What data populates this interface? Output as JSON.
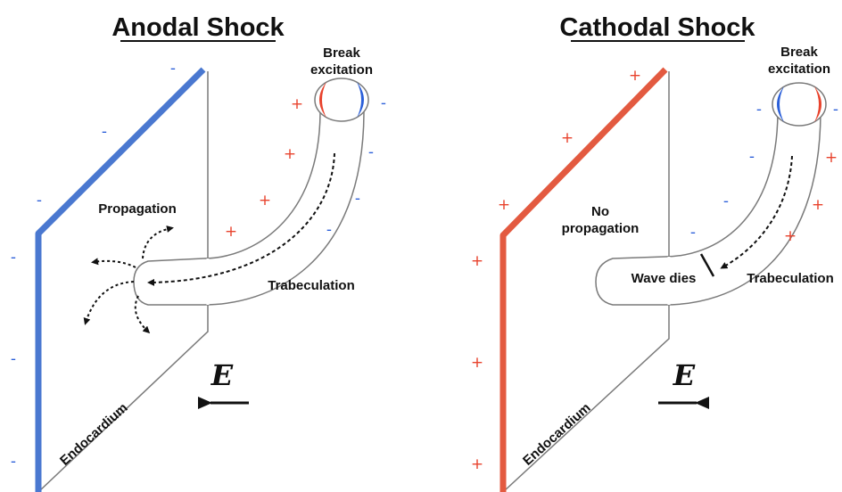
{
  "panels": [
    {
      "title": "Anodal Shock",
      "break_label": [
        "Break",
        "excitation"
      ],
      "propagation_label": [
        "Propagation"
      ],
      "trabeculation_label": "Trabeculation",
      "endocardium_label": "Endocardium",
      "field_label": "E",
      "field_direction": "left",
      "endocardium_sign": "-",
      "endocardium_color": "#4a78d0",
      "trabecula_outer_sign": "-",
      "trabecula_inner_sign": "+",
      "positive_color": "#e8432d",
      "negative_color": "#2b5fd9"
    },
    {
      "title": "Cathodal Shock",
      "break_label": [
        "Break",
        "excitation"
      ],
      "propagation_label": [
        "No",
        "propagation"
      ],
      "wave_label": "Wave dies",
      "trabeculation_label": "Trabeculation",
      "endocardium_label": "Endocardium",
      "field_label": "E",
      "field_direction": "right",
      "endocardium_sign": "+",
      "endocardium_color": "#e35a40",
      "trabecula_outer_sign": "+",
      "trabecula_inner_sign": "-",
      "positive_color": "#e8432d",
      "negative_color": "#2b5fd9"
    }
  ]
}
